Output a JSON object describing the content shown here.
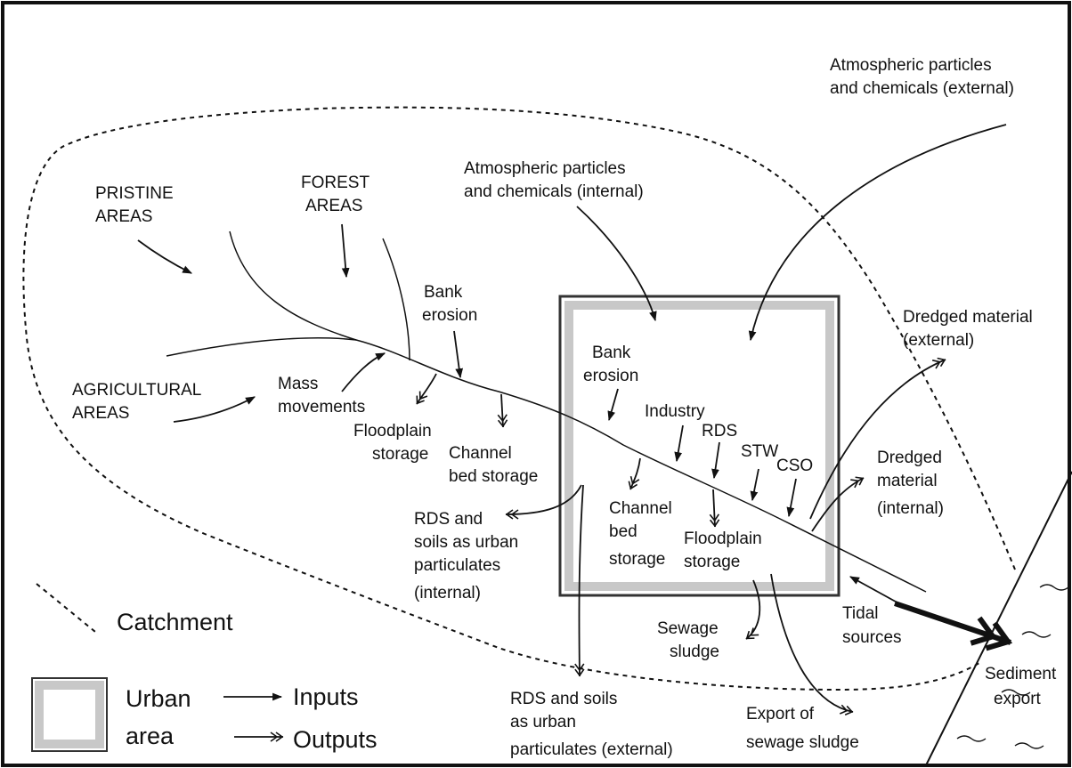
{
  "labels": {
    "atmos_external": [
      "Atmospheric particles",
      "and chemicals (external)"
    ],
    "atmos_internal": [
      "Atmospheric particles",
      "and chemicals (internal)"
    ],
    "pristine": [
      "PRISTINE",
      "AREAS"
    ],
    "forest": [
      "FOREST",
      "AREAS"
    ],
    "agricultural": [
      "AGRICULTURAL",
      "AREAS"
    ],
    "bank_erosion_upper": [
      "Bank",
      "erosion"
    ],
    "bank_erosion_urban": [
      "Bank",
      "erosion"
    ],
    "mass_movements": [
      "Mass",
      "movements"
    ],
    "floodplain_upper": [
      "Floodplain",
      "storage"
    ],
    "channel_bed_upper": [
      "Channel",
      "bed storage"
    ],
    "industry": "Industry",
    "rds": "RDS",
    "stw": "STW",
    "cso": "CSO",
    "channel_bed_urban": [
      "Channel",
      "bed",
      "storage"
    ],
    "floodplain_urban": [
      "Floodplain",
      "storage"
    ],
    "rds_internal": [
      "RDS and",
      "soils as urban",
      "particulates",
      "(internal)"
    ],
    "dredged_external": [
      "Dredged material",
      "(external)"
    ],
    "dredged_internal": [
      "Dredged",
      "material",
      "(internal)"
    ],
    "sewage_sludge": [
      "Sewage",
      "sludge"
    ],
    "export_sewage": [
      "Export of",
      "sewage sludge"
    ],
    "rds_external": [
      "RDS and soils",
      "as urban",
      "particulates (external)"
    ],
    "tidal": [
      "Tidal",
      "sources"
    ],
    "sediment_export": [
      "Sediment",
      "export"
    ]
  },
  "legend": {
    "catchment": "Catchment",
    "urban_area": [
      "Urban",
      "area"
    ],
    "inputs": "Inputs",
    "outputs": "Outputs"
  },
  "colors": {
    "line": "#111111",
    "urban_box_outer": "#333333",
    "urban_box_fill": "#c8c8c8",
    "background": "#ffffff"
  }
}
